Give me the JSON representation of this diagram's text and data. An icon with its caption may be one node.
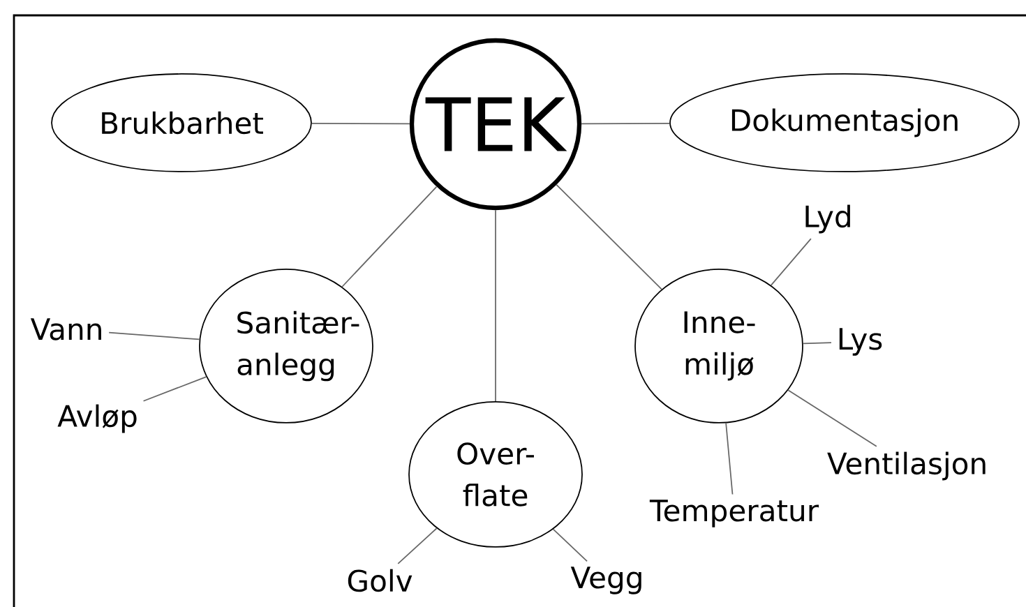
{
  "diagram": {
    "nodes": [
      {
        "text": [
          "TEK"
        ]
      },
      {
        "text": [
          "Brukbarhet"
        ]
      },
      {
        "text": [
          "Dokumentasjon"
        ]
      },
      {
        "text": [
          "Sanitær- anlegg"
        ]
      },
      {
        "text": [
          "Over- flate"
        ]
      },
      {
        "text": [
          "Inne- miljø"
        ]
      },
      {
        "text": [
          "Vann"
        ]
      },
      {
        "text": [
          "Avløp"
        ]
      },
      {
        "text": [
          "Golv"
        ]
      },
      {
        "text": [
          "Vegg"
        ]
      },
      {
        "text": [
          "Lyd"
        ]
      },
      {
        "text": [
          "Lys"
        ]
      },
      {
        "text": [
          "Ventilasjon"
        ]
      },
      {
        "text": [
          "Temperatur"
        ]
      }
    ],
    "edges": [
      {
        "from": 0,
        "to": 1,
        "arrow": "none"
      },
      {
        "from": 0,
        "to": 2,
        "arrow": "none"
      },
      {
        "from": 0,
        "to": 3,
        "arrow": "none"
      },
      {
        "from": 0,
        "to": 4,
        "arrow": "none"
      },
      {
        "from": 0,
        "to": 5,
        "arrow": "none"
      },
      {
        "from": 3,
        "to": 6,
        "arrow": "none"
      },
      {
        "from": 3,
        "to": 7,
        "arrow": "none"
      },
      {
        "from": 4,
        "to": 8,
        "arrow": "none"
      },
      {
        "from": 4,
        "to": 9,
        "arrow": "none"
      },
      {
        "from": 5,
        "to": 10,
        "arrow": "none"
      },
      {
        "from": 5,
        "to": 11,
        "arrow": "none"
      },
      {
        "from": 5,
        "to": 12,
        "arrow": "none"
      },
      {
        "from": 5,
        "to": 13,
        "arrow": "none"
      }
    ]
  }
}
